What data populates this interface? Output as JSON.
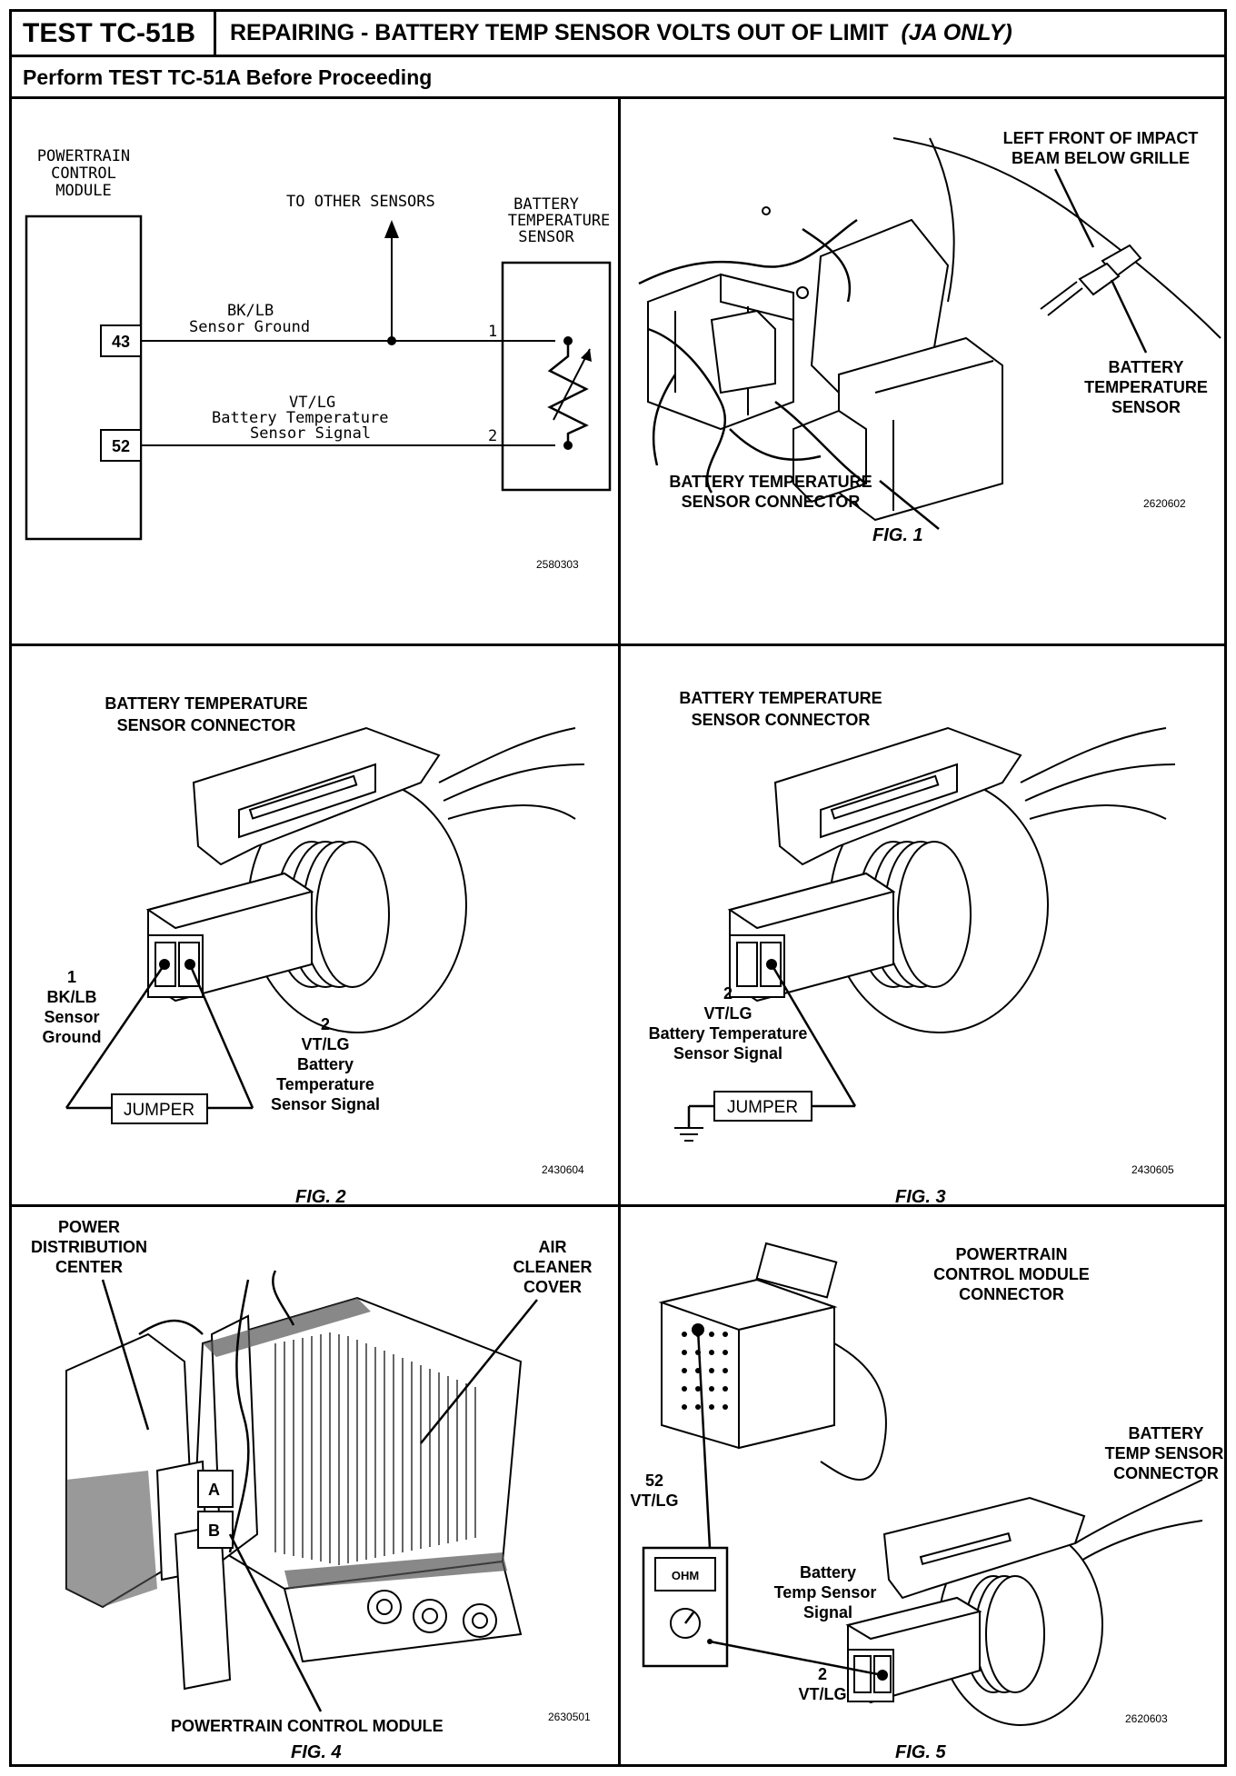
{
  "header": {
    "test_id": "TEST TC-51B",
    "title": "REPAIRING - BATTERY TEMP SENSOR VOLTS OUT OF LIMIT",
    "title_note": "(JA ONLY)",
    "subtitle": "Perform TEST TC-51A Before Proceeding"
  },
  "schematic": {
    "module_label": [
      "POWERTRAIN",
      "CONTROL",
      "MODULE"
    ],
    "pin_43": "43",
    "pin_52": "52",
    "to_other": "TO OTHER SENSORS",
    "sensor_label": [
      "BATTERY",
      "TEMPERATURE",
      "SENSOR"
    ],
    "wire1_color": "BK/LB",
    "wire1_name": "Sensor Ground",
    "wire2_color": "VT/LG",
    "wire2_name": [
      "Battery Temperature",
      "Sensor Signal"
    ],
    "term_1": "1",
    "term_2": "2",
    "code": "2580303"
  },
  "fig1": {
    "label_top": [
      "LEFT FRONT OF IMPACT",
      "BEAM BELOW GRILLE"
    ],
    "label_sensor": [
      "BATTERY",
      "TEMPERATURE",
      "SENSOR"
    ],
    "label_connector": [
      "BATTERY TEMPERATURE",
      "SENSOR CONNECTOR"
    ],
    "code": "2620602",
    "caption": "FIG. 1"
  },
  "fig2": {
    "title": [
      "BATTERY TEMPERATURE",
      "SENSOR CONNECTOR"
    ],
    "pin1": [
      "1",
      "BK/LB",
      "Sensor",
      "Ground"
    ],
    "pin2": [
      "2",
      "VT/LG",
      "Battery",
      "Temperature",
      "Sensor Signal"
    ],
    "jumper": "JUMPER",
    "code": "2430604",
    "caption": "FIG. 2"
  },
  "fig3": {
    "title": [
      "BATTERY TEMPERATURE",
      "SENSOR CONNECTOR"
    ],
    "pin2": [
      "2",
      "VT/LG",
      "Battery Temperature",
      "Sensor Signal"
    ],
    "jumper": "JUMPER",
    "code": "2430605",
    "caption": "FIG. 3"
  },
  "fig4": {
    "label_pdc": [
      "POWER",
      "DISTRIBUTION",
      "CENTER"
    ],
    "label_air": [
      "AIR",
      "CLEANER",
      "COVER"
    ],
    "label_a": "A",
    "label_b": "B",
    "label_pcm": "POWERTRAIN CONTROL MODULE",
    "code": "2630501",
    "caption": "FIG. 4"
  },
  "fig5": {
    "label_pcm": [
      "POWERTRAIN",
      "CONTROL MODULE",
      "CONNECTOR"
    ],
    "label_bts": [
      "BATTERY",
      "TEMP SENSOR",
      "CONNECTOR"
    ],
    "pin52": [
      "52",
      "VT/LG"
    ],
    "signal": [
      "Battery",
      "Temp Sensor",
      "Signal"
    ],
    "pin2": [
      "2",
      "VT/LG"
    ],
    "ohm": "OHM",
    "code": "2620603",
    "caption": "FIG. 5"
  }
}
